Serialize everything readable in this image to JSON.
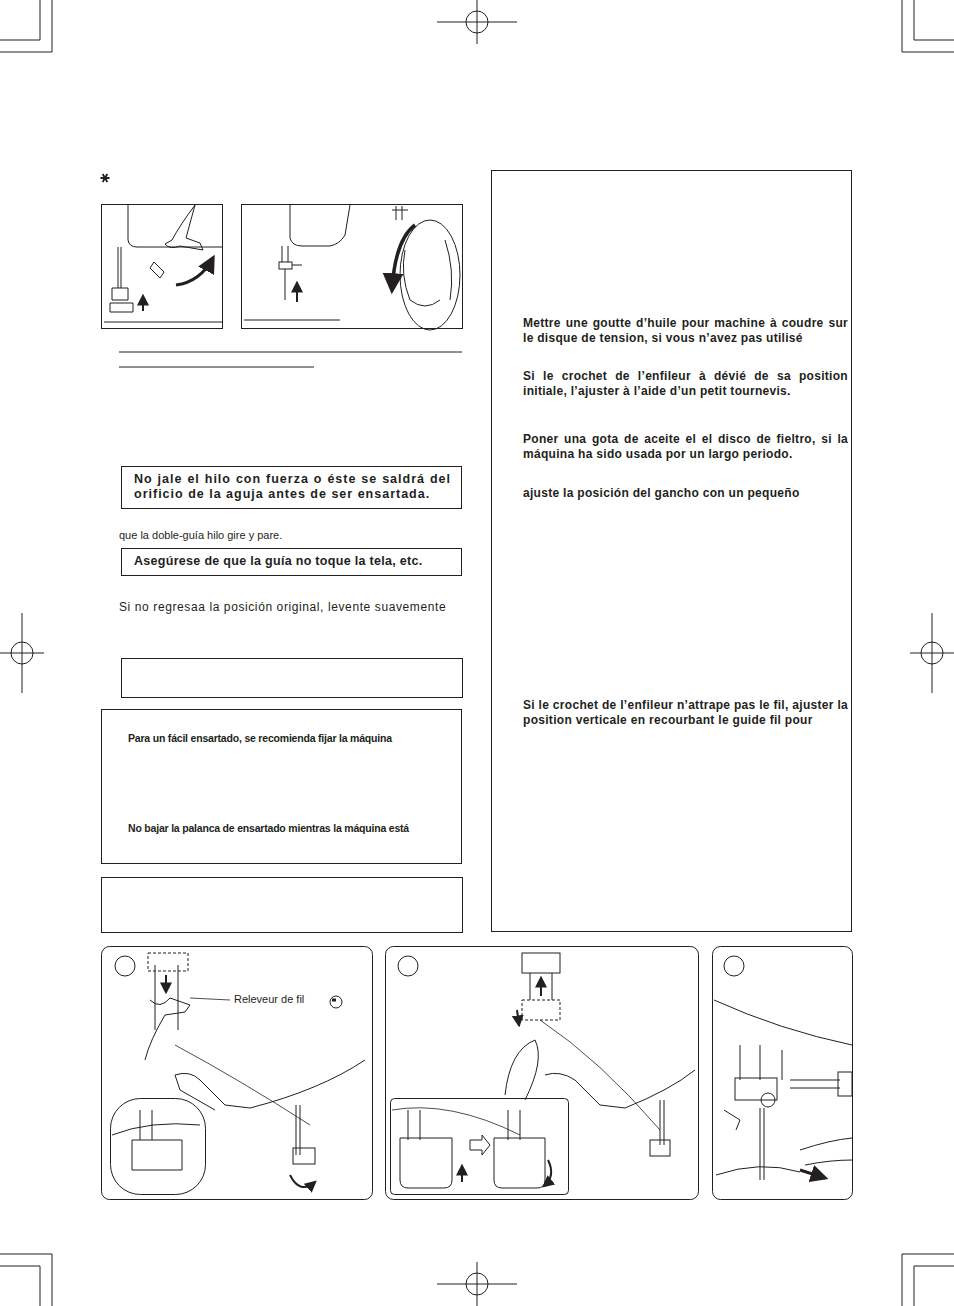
{
  "diagram": {
    "nodes": [
      {
        "text": [
          "No jale el hilo con fuerza o éste se saldrá del orificio de la aguja antes de ser ensartada."
        ]
      },
      {
        "text": [
          "Asegúrese de que la guía no toque la tela, etc."
        ]
      },
      {
        "text": [
          "Para un fácil ensartado, se recomienda fijar la máquina",
          "No bajar la palanca de ensartado mientras la máquina está"
        ]
      },
      {
        "text": [
          "Mettre une goutte d’huile pour machine à coudre sur le disque de tension, si vous n’avez pas utilisé",
          "Si le crochet de l’enfileur à dévié de sa position initiale, l’ajuster à l’aide d’un petit tournevis.",
          "Poner una gota de aceite el el disco de fieltro, si la máquina ha sido usada por un largo periodo.",
          "ajuste la posición del gancho con un pequeño",
          "Si le crochet de l’enfileur n’attrape pas le fil, ajuster la position verticale en recourbant le guide fil pour"
        ]
      }
    ],
    "labels": [
      "que la doble-guía hilo gire y pare.",
      "Si no regresaa la posición original, levente suavemente",
      "Releveur de fil"
    ]
  }
}
